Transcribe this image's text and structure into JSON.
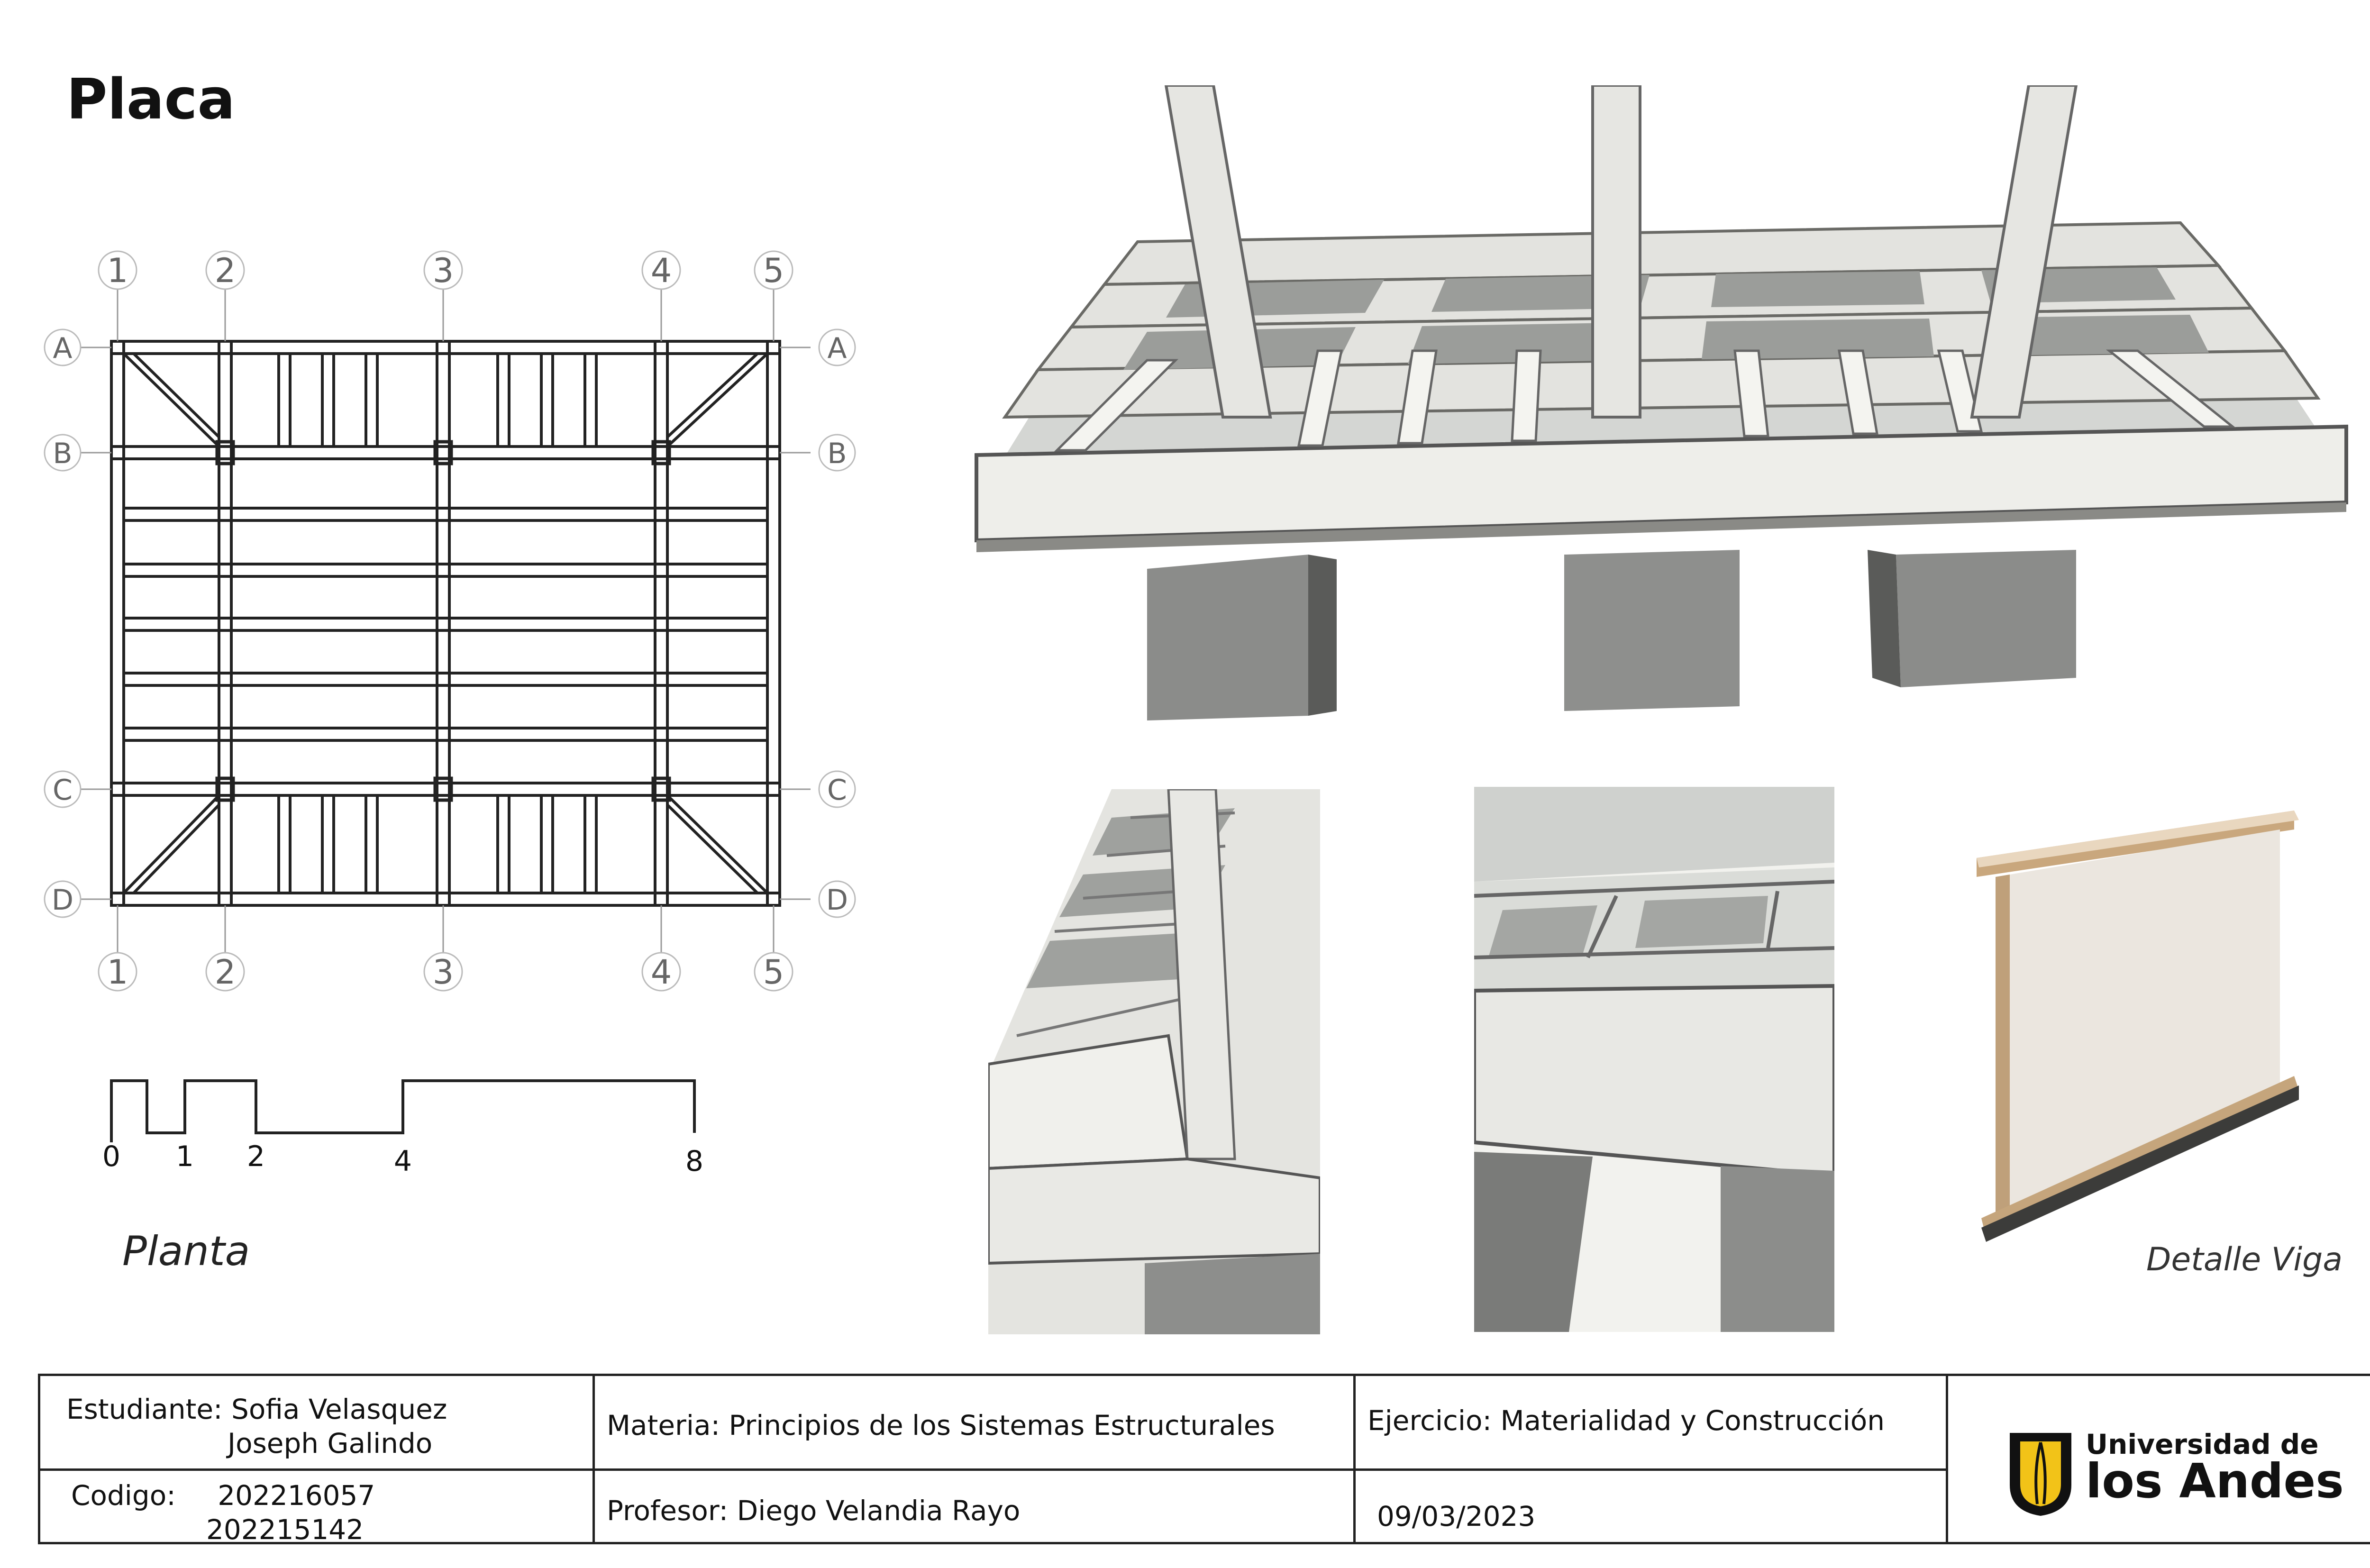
{
  "title": "Placa",
  "plan": {
    "column_axes": [
      "1",
      "2",
      "3",
      "4",
      "5"
    ],
    "row_axes": [
      "A",
      "B",
      "C",
      "D"
    ],
    "caption": "Planta"
  },
  "scale_bar": {
    "ticks": [
      "0",
      "1",
      "2",
      "4",
      "8"
    ]
  },
  "photos": {
    "detail_caption": "Detalle Viga"
  },
  "title_block": {
    "student_label": "Estudiante:",
    "student_1": "Sofia Velasquez",
    "student_2": "Joseph Galindo",
    "code_label": "Codigo:",
    "code_1": "202216057",
    "code_2": "202215142",
    "course": "Materia: Principios de los Sistemas Estructurales",
    "professor": "Profesor: Diego Velandia Rayo",
    "exercise": "Ejercicio: Materialidad y Construcción",
    "date": "09/03/2023",
    "logo_line1": "Universidad de",
    "logo_line2": "los Andes",
    "logo_color": "#f2c318"
  }
}
